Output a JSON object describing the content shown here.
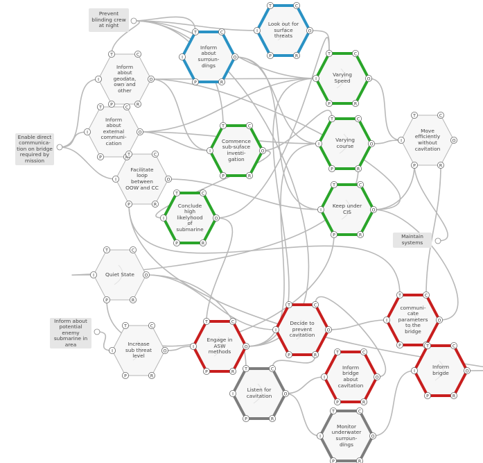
{
  "colors": {
    "blue": "#2a92c4",
    "green": "#2aa52a",
    "red": "#c81e1e",
    "grey": "#7d7d7d",
    "neutral": "#b5b5b5",
    "connector": "#b8b8b8",
    "fill": "#f7f7f7"
  },
  "port_labels": [
    "T",
    "C",
    "O",
    "R",
    "P",
    "I"
  ],
  "inputs": [
    {
      "id": "prevent-blinding",
      "text": "Prevent\nblinding crew\nat night"
    },
    {
      "id": "enable-direct",
      "text": "Enable direct\ncommunica-\ntion on bridge\nrequired by\nmission"
    },
    {
      "id": "inform-enemy",
      "text": "Inform about\npotential\nenemy\nsubmarine in\narea"
    },
    {
      "id": "maintain-systems",
      "text": "Maintain\nsystems"
    }
  ],
  "functions": [
    {
      "id": "look-out",
      "text": "Look out for\nsurface\nthreats",
      "color": "blue"
    },
    {
      "id": "inform-surroundings",
      "text": "Inform\nabout\nsurroun-\ndings",
      "color": "blue"
    },
    {
      "id": "inform-geodata",
      "text": "Inform\nabout\ngeodata,\nown and\nother",
      "color": "neutral"
    },
    {
      "id": "varying-speed",
      "text": "Varying\nSpeed",
      "color": "green"
    },
    {
      "id": "inform-external",
      "text": "Inform\nabout\nexternal\ncommuni-\ncation",
      "color": "neutral"
    },
    {
      "id": "commence-subsurface",
      "text": "Commence\nsub-suface\ninvesti-\ngation",
      "color": "green"
    },
    {
      "id": "varying-course",
      "text": "Varying\ncourse",
      "color": "green"
    },
    {
      "id": "move-efficiently",
      "text": "Move\nefficiently\nwithout\ncavitation",
      "color": "neutral"
    },
    {
      "id": "facilitate-loop",
      "text": "Facilitate\nloop\nbetween\nOOW and CC",
      "color": "neutral"
    },
    {
      "id": "keep-under-cis",
      "text": "Keep under\nCIS",
      "color": "green"
    },
    {
      "id": "conclude-likelihood",
      "text": "Conclude\nhigh\nlikelyhood\nof\nsubmarine",
      "color": "green"
    },
    {
      "id": "quiet-state",
      "text": "Quiet State",
      "color": "neutral"
    },
    {
      "id": "communicate-parameters",
      "text": "communi-\ncate\nparameters\nto the\nbridge",
      "color": "red"
    },
    {
      "id": "decide-prevent",
      "text": "Decide to\nprevent\ncavitation",
      "color": "red"
    },
    {
      "id": "increase-sub",
      "text": "Increase\nsub threat\nlevel",
      "color": "neutral"
    },
    {
      "id": "engage-asw",
      "text": "Engage in\nASW\nmethods",
      "color": "red"
    },
    {
      "id": "inform-bridge-cav",
      "text": "Inform\nbridge\nabout\ncavitation",
      "color": "red"
    },
    {
      "id": "inform-brigde",
      "text": "Inform\nbrigde",
      "color": "red"
    },
    {
      "id": "listen-cavitation",
      "text": "Listen for\ncavitation",
      "color": "grey"
    },
    {
      "id": "monitor-underwater",
      "text": "Monitor\nunderwater\nsurroun-\ndings",
      "color": "grey"
    }
  ]
}
